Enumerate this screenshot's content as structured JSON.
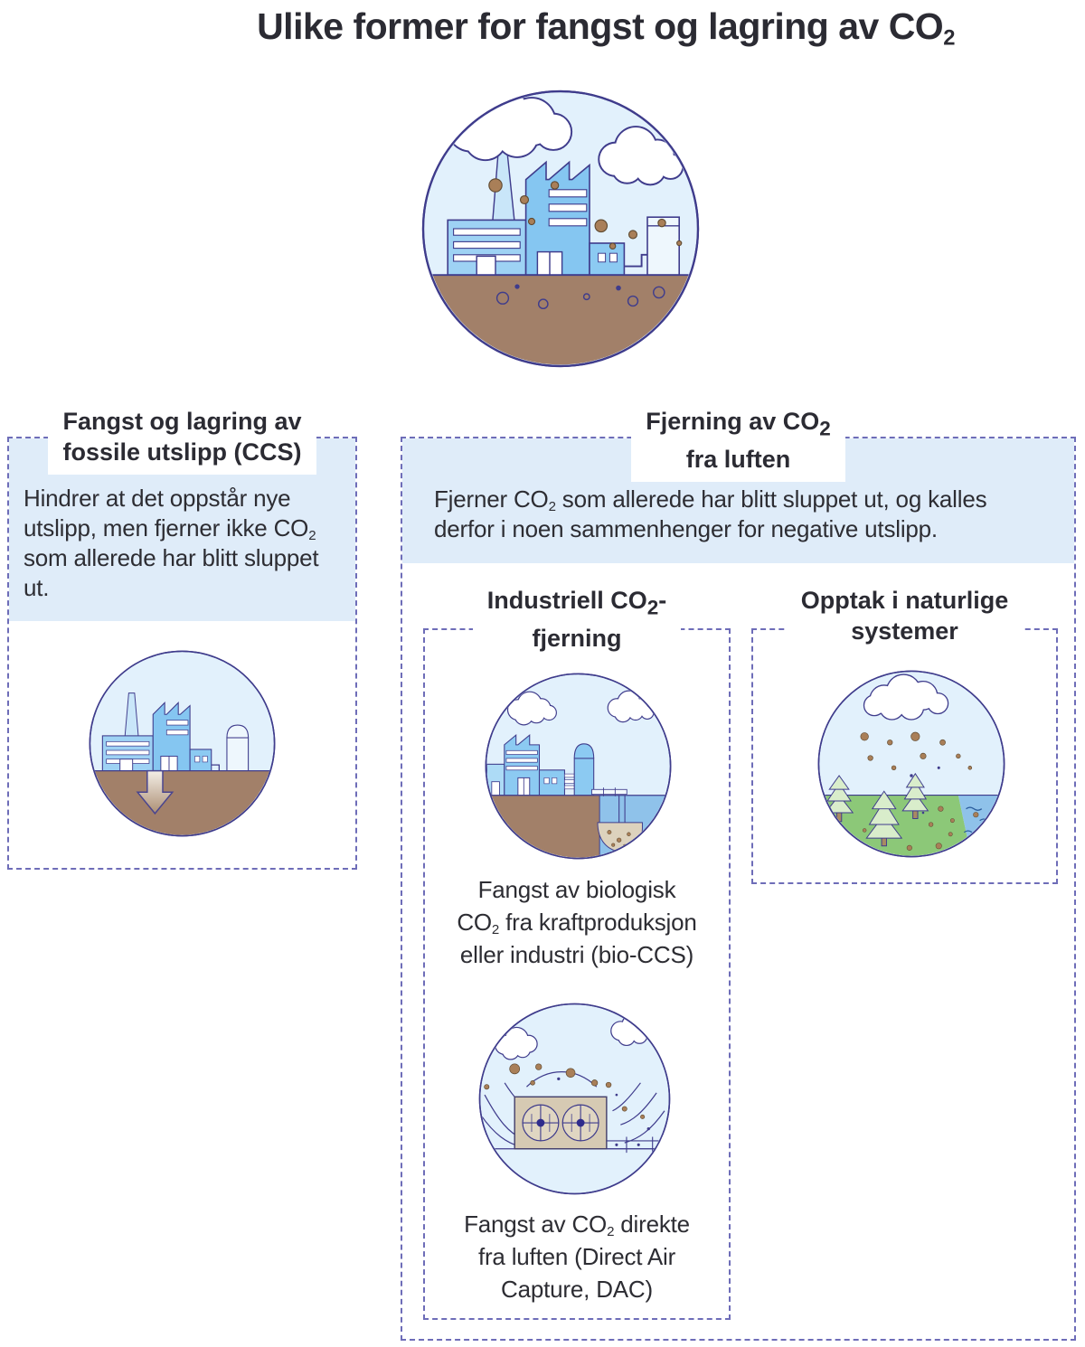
{
  "title": {
    "text": "Ulike former for fangst og lagring av CO",
    "sub": "2"
  },
  "main_illustration": "factory-emissions-landscape",
  "colors": {
    "dashed_border": "#6e6db8",
    "panel_blue": "#dfecf9",
    "text": "#2d2d33",
    "sky_blue": "#e2f1fc",
    "ground_brown": "#a28069",
    "building_blue": "#8ccaf2",
    "grass_green": "#8cc878",
    "water_blue": "#8fc2ea",
    "co2_dot_brown": "#a97f58",
    "outline_indigo": "#3f3c8c"
  },
  "ccs": {
    "heading_l1": "Fangst og lagring av",
    "heading_l2": "fossile utslipp (CCS)",
    "body_1": "Hindrer at det oppstår nye utslipp, men fjerner ikke CO",
    "body_sub": "2",
    "body_2": " som allerede har blitt sluppet ut.",
    "illustration": "factory-underground-storage-arrow"
  },
  "removal": {
    "heading_l1": "Fjerning av CO",
    "heading_l1_sub": "2",
    "heading_l2": "fra luften",
    "body_l1a": "Fjerner CO",
    "body_l1_sub": "2",
    "body_l1b": " som allerede har blitt sluppet ut, og kalles",
    "body_l2": "derfor i noen sammenhenger for negative utslipp.",
    "industrial": {
      "heading_l1a": "Industriell CO",
      "heading_l1_sub": "2",
      "heading_l1b": "-",
      "heading_l2": "fjerning",
      "bio_caption_l1": "Fangst av biologisk",
      "bio_caption_l2a": "CO",
      "bio_caption_l2_sub": "2",
      "bio_caption_l2b": " fra kraftproduksjon",
      "bio_caption_l3": "eller industri (bio-CCS)",
      "bio_illustration": "bio-ccs-plant-underground-storage",
      "dac_caption_l1a": "Fangst av CO",
      "dac_caption_l1_sub": "2",
      "dac_caption_l1b": " direkte",
      "dac_caption_l2": "fra luften (Direct Air",
      "dac_caption_l3": "Capture, DAC)",
      "dac_illustration": "direct-air-capture-fans"
    },
    "natural": {
      "heading_l1": "Opptak i naturlige",
      "heading_l2": "systemer",
      "illustration": "forest-and-ocean-uptake"
    }
  }
}
